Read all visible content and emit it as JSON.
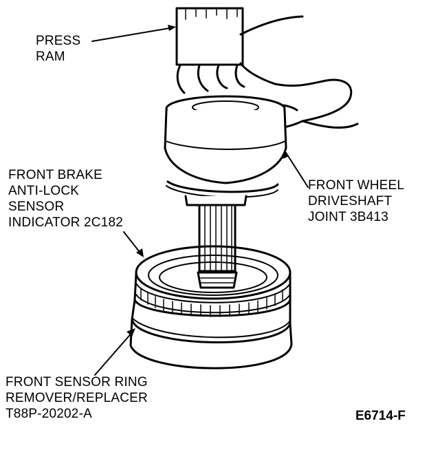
{
  "labels": {
    "press_ram": [
      "PRESS",
      "RAM"
    ],
    "sensor_indicator": [
      "FRONT BRAKE",
      "ANTI-LOCK",
      "SENSOR",
      "INDICATOR 2C182"
    ],
    "driveshaft_joint": [
      "FRONT WHEEL",
      "DRIVESHAFT",
      "JOINT 3B413"
    ],
    "sensor_tool": [
      "FRONT SENSOR RING",
      "REMOVER/REPLACER",
      "T88P-20202-A"
    ]
  },
  "figure_id": "E6714-F"
}
